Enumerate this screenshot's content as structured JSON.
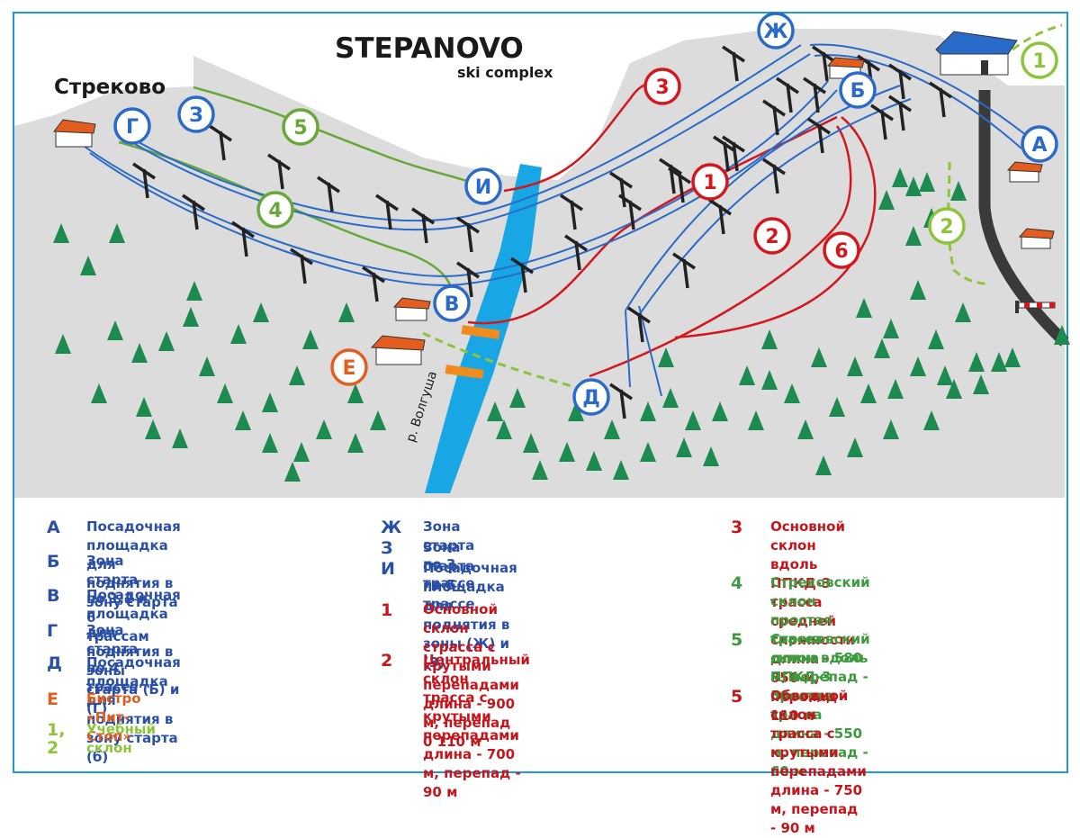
{
  "title": {
    "main": "STEPANOVO",
    "sub": "ski complex"
  },
  "village_label": "Стреково",
  "river_label": "р. Волгуша",
  "colors": {
    "frame": "#1f9ad6",
    "lift": "#2a6ac8",
    "red_trail": "#d4161d",
    "green_trail": "#67a838",
    "light_green": "#8cc43c",
    "river": "#18a7e4",
    "bridge": "#f08c1e",
    "orange": "#e35d1e",
    "terrain": "#dcdcdc",
    "tree": "#1d8a4f",
    "blue_text": "#2a4fa5",
    "red_text": "#c4161c",
    "green_text": "#3d9a3f",
    "orange_text": "#e35d1e",
    "lightgreen_text": "#8cc43c"
  },
  "map_markers": {
    "A": "А",
    "B": "Б",
    "V": "В",
    "G": "Г",
    "D": "Д",
    "Zh": "Ж",
    "Z": "З",
    "I": "И",
    "E": "Е",
    "t1": "1",
    "t2": "2",
    "t3": "3",
    "t4": "4",
    "t5": "5",
    "t6": "6",
    "s1": "1",
    "s2": "2"
  },
  "legend": {
    "col1": [
      {
        "key": "А",
        "text": "Посадочная площадка для\nподнятия в зону старта",
        "color": "blue"
      },
      {
        "key": "Б",
        "text": "Зона старта по 1,2 и 6 трассам",
        "color": "blue"
      },
      {
        "key": "В",
        "text": "Посадочная площадка для\nподнятия в зоны старта (Б) и (Г)",
        "color": "blue"
      },
      {
        "key": "Г",
        "text": "Зона старта по 4 трассе",
        "color": "blue"
      },
      {
        "key": "Д",
        "text": "Посадочная площадка для\nподнятия в зону старта (б)",
        "color": "blue"
      },
      {
        "key": "Е",
        "text": "Бистро «Пит-Стоп»",
        "color": "orange"
      },
      {
        "key": "1, 2",
        "text": "Учебный склон",
        "color": "lightgreen"
      }
    ],
    "col2": [
      {
        "key": "Ж",
        "text": "Зона старта по 3 трассе",
        "color": "blue"
      },
      {
        "key": "З",
        "text": "Зона старта по 5 трассе",
        "color": "blue"
      },
      {
        "key": "И",
        "text": "Посадочная площадка для\nподнятия в зоны (Ж) и (З)",
        "color": "blue"
      },
      {
        "key": "1",
        "text": "Основной склон\nстрасса с крутыми перепадами\nдлина - 900 м, перепад 0 110 м",
        "color": "red"
      },
      {
        "key": "2",
        "text": "Центральный склон\nтрасса с крутыми перепадами\nдлина - 700 м, перепад - 90 м",
        "color": "red"
      }
    ],
    "col3": [
      {
        "key": "3",
        "text": "Основной склон вдоль ППКД-3\nтрасса средней сложности\nдлина - 850 м, перепад - 110 м",
        "color": "red"
      },
      {
        "key": "4",
        "text": "Стрековский склон\nпростая трасса\nдлина - 580 м, перепад  - 50 м",
        "color": "green"
      },
      {
        "key": "5",
        "text": "Стрековский склон вдоль ППКД-3\nпростая трасса\nдлина - 550 м, перепад - 60 м",
        "color": "green"
      },
      {
        "key": "5",
        "text": "Обводной склон\nтрасса с крутыми перепадами\nдлина - 750 м, перепад - 90 м",
        "color": "red"
      }
    ]
  }
}
